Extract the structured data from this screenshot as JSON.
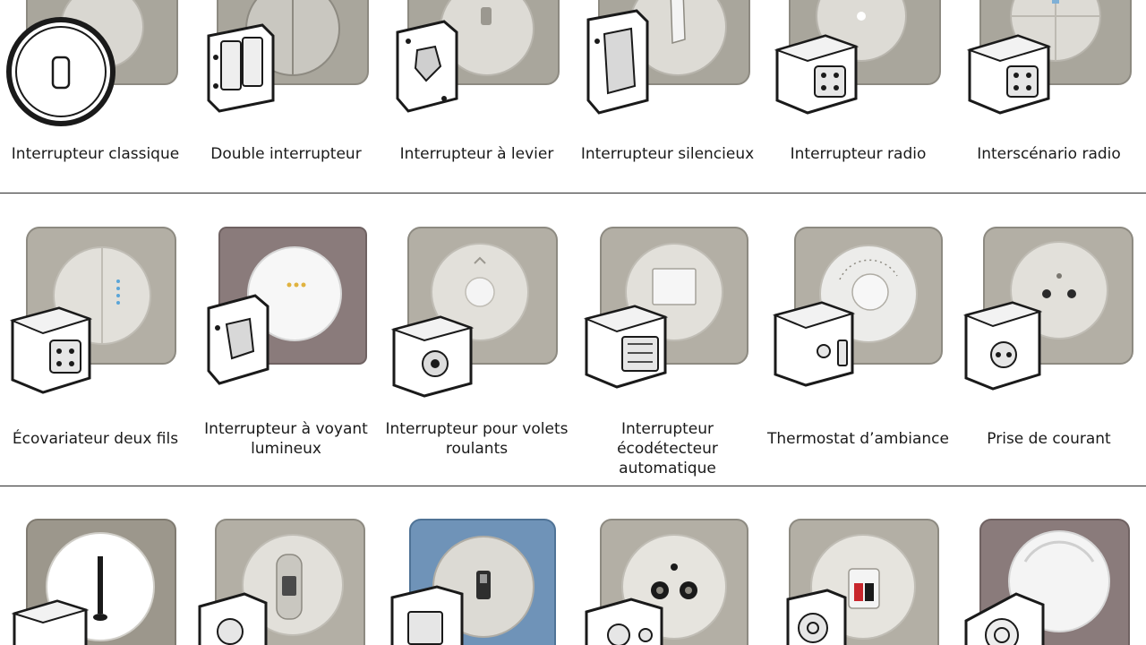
{
  "rows": [
    {
      "products": [
        {
          "label": "Interrupteur classique",
          "plate_color": "#a9a69c",
          "icon": "classic-switch-icon"
        },
        {
          "label": "Double interrupteur",
          "plate_color": "#a9a69c",
          "icon": "double-switch-icon"
        },
        {
          "label": "Interrupteur à levier",
          "plate_color": "#a9a69c",
          "icon": "lever-switch-icon"
        },
        {
          "label": "Interrupteur silencieux",
          "plate_color": "#a9a69c",
          "icon": "silent-switch-icon"
        },
        {
          "label": "Interrupteur radio",
          "plate_color": "#a9a69c",
          "icon": "radio-switch-icon"
        },
        {
          "label": "Interscénario radio",
          "plate_color": "#a9a69c",
          "icon": "radio-scenario-icon"
        }
      ]
    },
    {
      "products": [
        {
          "label": "Écovariateur deux fils",
          "plate_color": "#b3afa5",
          "icon": "dimmer-icon"
        },
        {
          "label": "Interrupteur à voyant lumineux",
          "line1": "Interrupteur à voyant",
          "line2": "lumineux",
          "plate_color": "#8a7b7b",
          "icon": "indicator-switch-icon"
        },
        {
          "label": "Interrupteur pour volets roulants",
          "line1": "Interrupteur pour volets",
          "line2": "roulants",
          "plate_color": "#b3afa5",
          "icon": "shutter-switch-icon"
        },
        {
          "label": "Interrupteur écodétecteur automatique",
          "line1": "Interrupteur écodétecteur",
          "line2": "automatique",
          "plate_color": "#b3afa5",
          "icon": "motion-detector-icon"
        },
        {
          "label": "Thermostat d’ambiance",
          "plate_color": "#b3afa5",
          "icon": "thermostat-icon"
        },
        {
          "label": "Prise de courant",
          "plate_color": "#b3afa5",
          "icon": "power-outlet-icon"
        }
      ]
    },
    {
      "products": [
        {
          "plate_color": "#9c978c",
          "icon": "pull-cord-switch-icon"
        },
        {
          "plate_color": "#b3afa5",
          "icon": "rj45-socket-icon"
        },
        {
          "plate_color": "#6f93b8",
          "icon": "usb-charger-icon"
        },
        {
          "plate_color": "#b3afa5",
          "icon": "tv-socket-icon"
        },
        {
          "plate_color": "#b3afa5",
          "icon": "speaker-socket-icon"
        },
        {
          "plate_color": "#8a7b7b",
          "icon": "cable-outlet-icon"
        }
      ]
    }
  ]
}
